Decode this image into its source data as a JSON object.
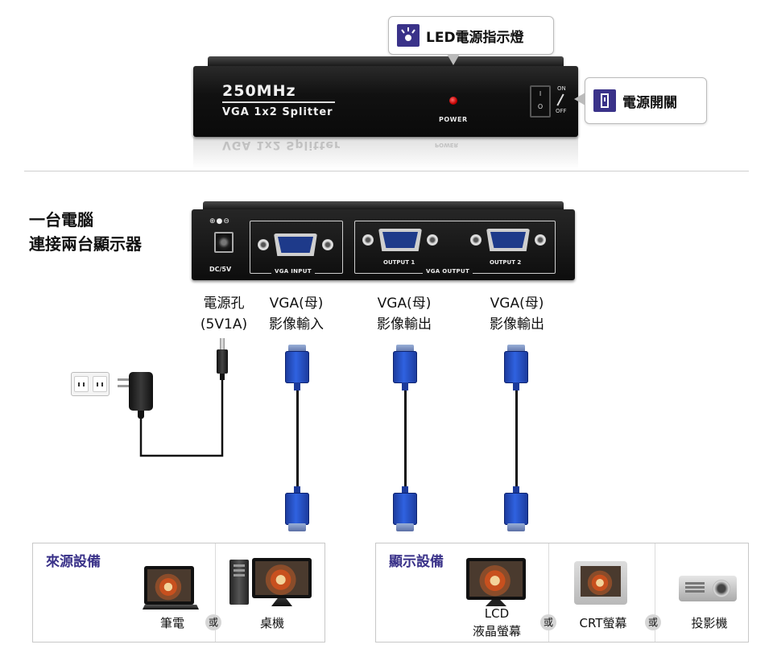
{
  "front_view": {
    "clock_text": "250MHz",
    "model_text": "VGA 1x2 Splitter",
    "power_led_label": "POWER",
    "switch_on": "ON",
    "switch_off": "OFF",
    "rocker_on_mark": "I",
    "rocker_off_mark": "O",
    "callout_led": "LED電源指示燈",
    "callout_switch": "電源開關",
    "icon_led": "led-indicator-icon",
    "icon_switch": "power-switch-icon"
  },
  "headline": {
    "line1": "一台電腦",
    "line2": "連接兩台顯示器"
  },
  "rear_view": {
    "dc_polarity": "⊕●⊖",
    "dc_label": "DC/5V",
    "input_caption": "VGA INPUT",
    "output_caption": "VGA OUTPUT",
    "output1_label": "OUTPUT 1",
    "output2_label": "OUTPUT 2"
  },
  "port_labels": {
    "power_line1": "電源孔",
    "power_line2": "(5V1A)",
    "input_line1": "VGA(母)",
    "input_line2": "影像輸入",
    "output1_line1": "VGA(母)",
    "output1_line2": "影像輸出",
    "output2_line1": "VGA(母)",
    "output2_line2": "影像輸出"
  },
  "source_panel": {
    "title": "來源設備",
    "laptop": "筆電",
    "or": "或",
    "desktop": "桌機"
  },
  "display_panel": {
    "title": "顯示設備",
    "lcd_line1": "LCD",
    "lcd_line2": "液晶螢幕",
    "or1": "或",
    "crt": "CRT螢幕",
    "or2": "或",
    "projector": "投影機"
  },
  "colors": {
    "accent": "#3a3289",
    "vga_blue": "#2f62e0",
    "device_black": "#111111",
    "led_red": "#c40000"
  }
}
